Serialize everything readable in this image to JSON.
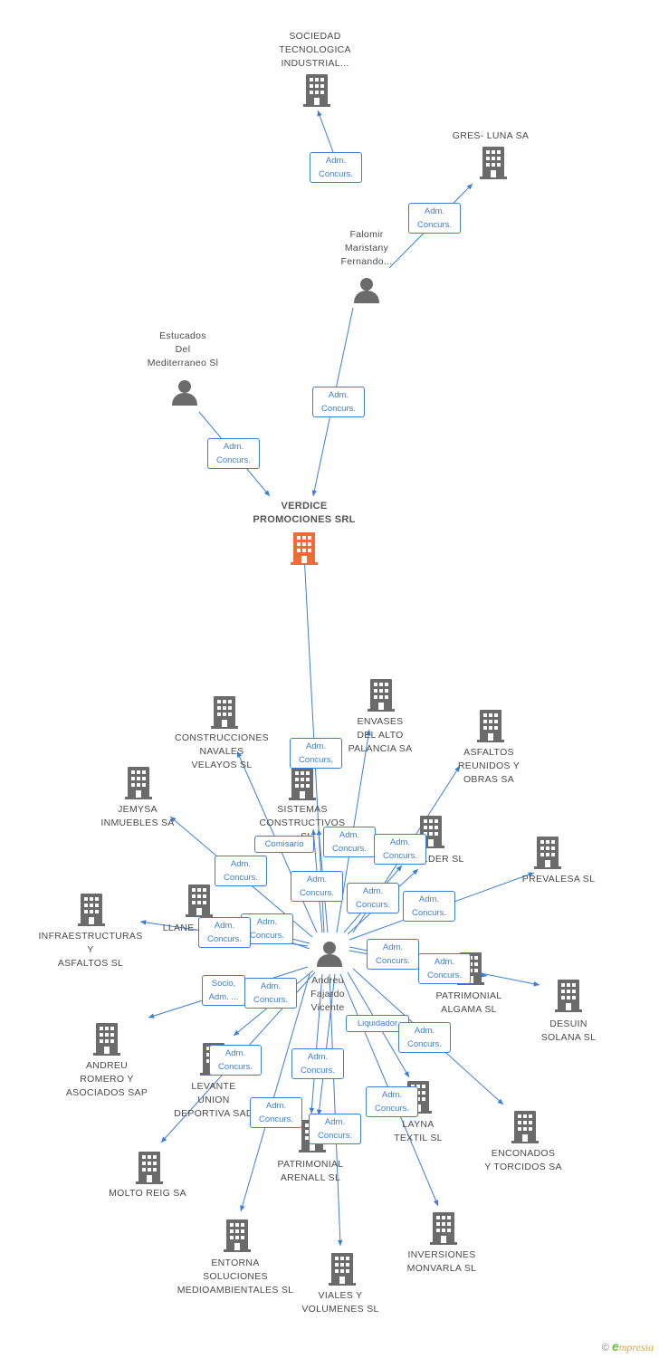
{
  "colors": {
    "edge": "#3b7fd4",
    "building": "#6b6b6b",
    "center_building": "#f26a35",
    "person": "#6b6b6b"
  },
  "center": {
    "id": "verdice",
    "label": "VERDICE\nPROMOCIONES SRL"
  },
  "nodes": [
    {
      "id": "verdice",
      "type": "building-center",
      "label": "VERDICE\nPROMOCIONES SRL"
    },
    {
      "id": "sociedad",
      "type": "building",
      "label": "SOCIEDAD\nTECNOLOGICA\nINDUSTRIAL..."
    },
    {
      "id": "gres",
      "type": "building",
      "label": "GRES- LUNA SA"
    },
    {
      "id": "falomir",
      "type": "person",
      "label": "Falomir\nMaristany\nFernando..."
    },
    {
      "id": "estucados",
      "type": "person",
      "label": "Estucados\nDel\nMediterraneo Sl"
    },
    {
      "id": "andreu",
      "type": "person",
      "label": "Andreu\nFajardo\nVicente"
    },
    {
      "id": "envases",
      "type": "building",
      "label": "ENVASES\nDEL ALTO\nPALANCIA SA"
    },
    {
      "id": "construcciones",
      "type": "building",
      "label": "CONSTRUCCIONES\nNAVALES\nVELAYOS SL"
    },
    {
      "id": "asfaltos_reunidos",
      "type": "building",
      "label": "ASFALTOS\nREUNIDOS Y\nOBRAS SA"
    },
    {
      "id": "jemysa",
      "type": "building",
      "label": "JEMYSA\nINMUEBLES SA"
    },
    {
      "id": "sistemas",
      "type": "building",
      "label": "SISTEMAS\nCONSTRUCTIVOS\n...SL"
    },
    {
      "id": "der",
      "type": "building",
      "label": "...DER SL"
    },
    {
      "id": "prevalesa",
      "type": "building",
      "label": "PREVALESA SL"
    },
    {
      "id": "infraestructuras",
      "type": "building",
      "label": "INFRAESTRUCTURAS\nY\nASFALTOS SL"
    },
    {
      "id": "llane",
      "type": "building",
      "label": "LLANE..."
    },
    {
      "id": "patrimonial_algama",
      "type": "building",
      "label": "PATRIMONIAL\nALGAMA SL"
    },
    {
      "id": "desuin",
      "type": "building",
      "label": "DESUIN\nSOLANA SL"
    },
    {
      "id": "andreu_romero",
      "type": "building",
      "label": "ANDREU\nROMERO Y\nASOCIADOS SAP"
    },
    {
      "id": "levante",
      "type": "building",
      "label": "LEVANTE\nUNION\nDEPORTIVA SAD"
    },
    {
      "id": "layna",
      "type": "building",
      "label": "LAYNA\nTEXTIL SL"
    },
    {
      "id": "enconados",
      "type": "building",
      "label": "ENCONADOS\nY TORCIDOS SA"
    },
    {
      "id": "molto",
      "type": "building",
      "label": "MOLTO REIG SA"
    },
    {
      "id": "patrimonial_arenall",
      "type": "building",
      "label": "PATRIMONIAL\nARENALL SL"
    },
    {
      "id": "entorna",
      "type": "building",
      "label": "ENTORNA\nSOLUCIONES\nMEDIOAMBIENTALES SL"
    },
    {
      "id": "inversiones",
      "type": "building",
      "label": "INVERSIONES\nMONVARLA SL"
    },
    {
      "id": "viales",
      "type": "building",
      "label": "VIALES Y\nVOLUMENES SL"
    }
  ],
  "edges": [
    {
      "from": "falomir",
      "to": "sociedad",
      "label": "Adm.\nConcurs."
    },
    {
      "from": "falomir",
      "to": "gres",
      "label": "Adm.\nConcurs."
    },
    {
      "from": "falomir",
      "to": "verdice",
      "label": "Adm.\nConcurs."
    },
    {
      "from": "estucados",
      "to": "verdice",
      "label": "Adm.\nConcurs."
    },
    {
      "from": "andreu",
      "to": "verdice",
      "label": "Adm.\nConcurs."
    },
    {
      "from": "andreu",
      "to": "construcciones",
      "label": "Adm.\nConcurs."
    },
    {
      "from": "andreu",
      "to": "envases",
      "label": "Adm.\nConcurs."
    },
    {
      "from": "andreu",
      "to": "asfaltos_reunidos",
      "label": "Adm.\nConcurs."
    },
    {
      "from": "andreu",
      "to": "jemysa",
      "label": "Adm.\nConcurs."
    },
    {
      "from": "andreu",
      "to": "sistemas",
      "label": "Comisario"
    },
    {
      "from": "andreu",
      "to": "sistemas",
      "label": "Adm.\nConcurs."
    },
    {
      "from": "andreu",
      "to": "der",
      "label": "Adm.\nConcurs."
    },
    {
      "from": "andreu",
      "to": "der",
      "label": "Adm.\nConcurs."
    },
    {
      "from": "andreu",
      "to": "prevalesa",
      "label": "Adm.\nConcurs."
    },
    {
      "from": "andreu",
      "to": "infraestructuras",
      "label": "Adm.\nConcurs."
    },
    {
      "from": "andreu",
      "to": "llane",
      "label": "Adm.\nConcurs."
    },
    {
      "from": "andreu",
      "to": "llane",
      "label": "Adm.\nConcurs."
    },
    {
      "from": "andreu",
      "to": "patrimonial_algama",
      "label": "Adm.\nConcurs."
    },
    {
      "from": "andreu",
      "to": "desuin",
      "label": "Adm.\nConcurs."
    },
    {
      "from": "andreu",
      "to": "andreu_romero",
      "label": "Socio,\nAdm. ..."
    },
    {
      "from": "andreu",
      "to": "levante",
      "label": "Adm.\nConcurs."
    },
    {
      "from": "andreu",
      "to": "layna",
      "label": "Liquidador"
    },
    {
      "from": "andreu",
      "to": "enconados",
      "label": "Adm.\nConcurs."
    },
    {
      "from": "andreu",
      "to": "molto",
      "label": "Adm.\nConcurs."
    },
    {
      "from": "andreu",
      "to": "patrimonial_arenall",
      "label": "Adm.\nConcurs."
    },
    {
      "from": "andreu",
      "to": "entorna",
      "label": "Adm.\nConcurs."
    },
    {
      "from": "andreu",
      "to": "inversiones",
      "label": "Adm.\nConcurs."
    },
    {
      "from": "andreu",
      "to": "viales",
      "label": "Adm.\nConcurs."
    },
    {
      "from": "andreu",
      "to": "patrimonial_arenall",
      "label": "Adm.\nConcurs."
    }
  ],
  "footer": {
    "copyright": "©",
    "brand_initial": "e",
    "brand_rest": "mpresia"
  }
}
